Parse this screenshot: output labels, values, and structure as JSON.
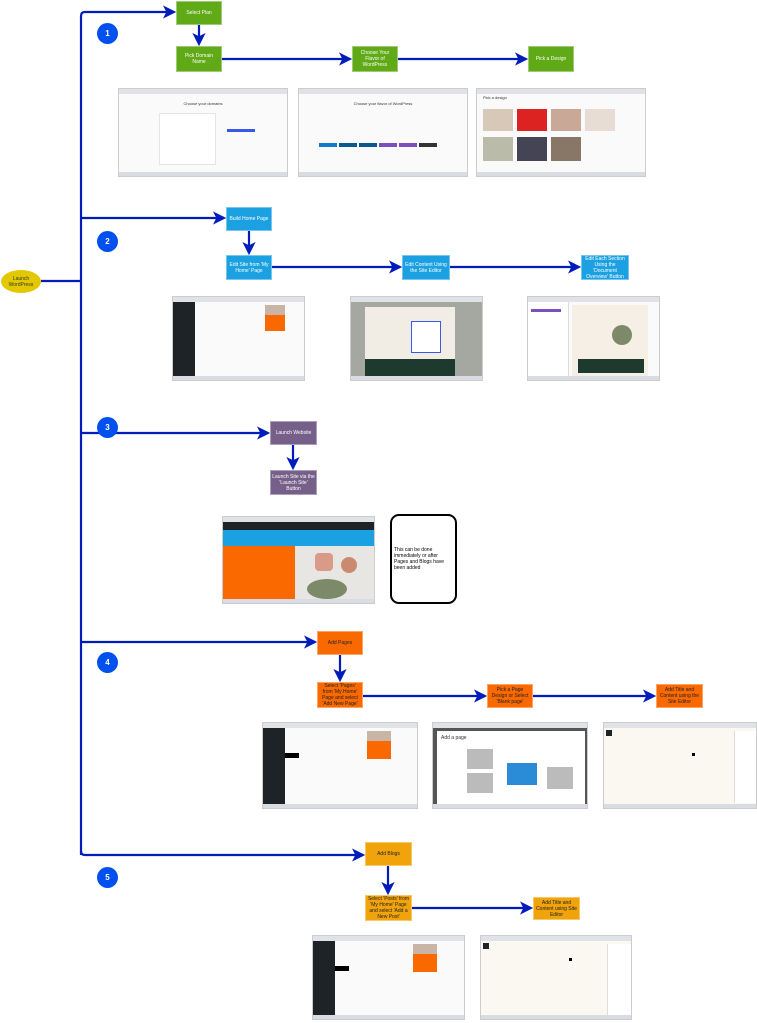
{
  "start": {
    "label": "Launch WordPress"
  },
  "colors": {
    "arrow": "#001dbc",
    "step_circle": "#0050ef",
    "start": "#e3c800",
    "section1": "#60a917",
    "section2": "#1ba1e2",
    "section3": "#76608a",
    "section4": "#fa6800",
    "section5": "#f0a30a"
  },
  "sections": [
    {
      "number": "1",
      "steps": [
        "Select Plan",
        "Pick Domain Name",
        "Choose Your Flavor of WordPress",
        "Pick a Design"
      ],
      "screenshots": [
        "Choose your domains",
        "Choose your flavor of WordPress",
        "Pick a design"
      ]
    },
    {
      "number": "2",
      "steps": [
        "Build Home Page",
        "Edit Site from 'My Home' Page",
        "Edit Content Using the Site Editor",
        "Edit Each Section Using the 'Document Overview' Button"
      ]
    },
    {
      "number": "3",
      "steps": [
        "Launch Website",
        "Launch Site via the 'Launch Site' Button"
      ],
      "note": "This can be done immediately or after Pages and Blogs have been added"
    },
    {
      "number": "4",
      "steps": [
        "Add Pages",
        "Select 'Pages' from 'My Home' Page and select 'Add New Page'",
        "Pick a Page Design or Select 'Blank page'",
        "Add Title and Content using the Site Editor"
      ],
      "screenshots": [
        "Add a page"
      ]
    },
    {
      "number": "5",
      "steps": [
        "Add Blogs",
        "Select 'Posts' from 'My Home' Page and select 'Add a New Post'",
        "Add Title and Content using Site Editor"
      ]
    }
  ]
}
